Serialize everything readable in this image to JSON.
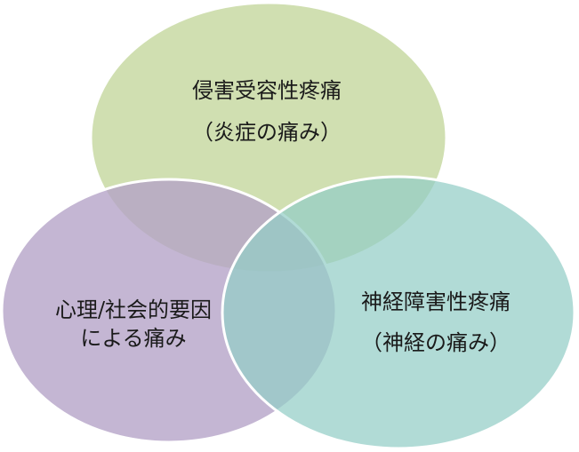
{
  "circles": [
    {
      "id": "nociceptive",
      "title": "侵害受容性疼痛",
      "subtitle": "（炎症の痛み）",
      "fill": "#c3d69b"
    },
    {
      "id": "psychosocial",
      "title": "心理/社会的要因",
      "subtitle": "による痛み",
      "fill": "#b3a2c7"
    },
    {
      "id": "neuropathic",
      "title": "神経障害性疼痛",
      "subtitle": "（神経の痛み）",
      "fill": "#93cdc6"
    }
  ]
}
